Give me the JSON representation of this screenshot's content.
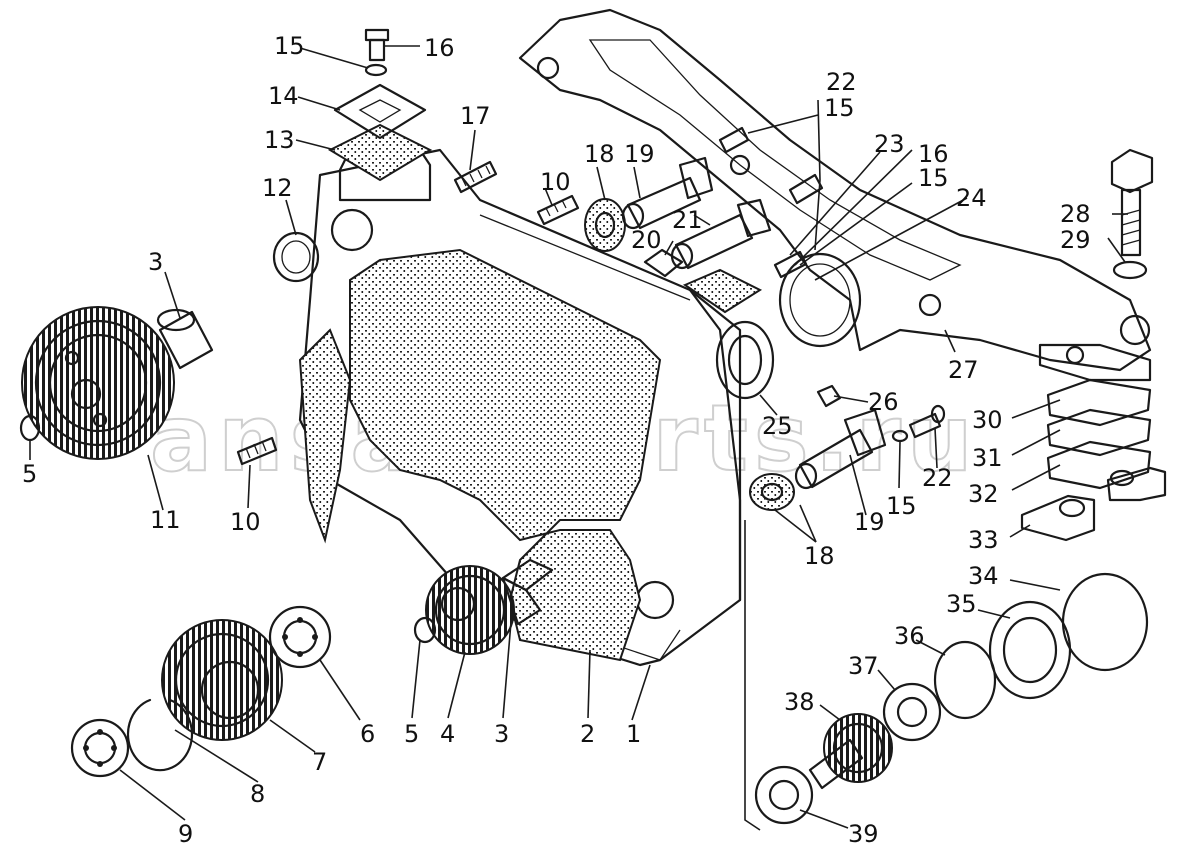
{
  "watermark": "ansat-parts.ru",
  "callouts": [
    {
      "id": "c15a",
      "text": "15"
    },
    {
      "id": "c16a",
      "text": "16"
    },
    {
      "id": "c14",
      "text": "14"
    },
    {
      "id": "c13",
      "text": "13"
    },
    {
      "id": "c12",
      "text": "12"
    },
    {
      "id": "c17",
      "text": "17"
    },
    {
      "id": "c18a",
      "text": "18"
    },
    {
      "id": "c19a",
      "text": "19"
    },
    {
      "id": "c10a",
      "text": "10"
    },
    {
      "id": "c21",
      "text": "21"
    },
    {
      "id": "c20",
      "text": "20"
    },
    {
      "id": "c22a",
      "text": "22"
    },
    {
      "id": "c15b",
      "text": "15"
    },
    {
      "id": "c23",
      "text": "23"
    },
    {
      "id": "c16b",
      "text": "16"
    },
    {
      "id": "c15c",
      "text": "15"
    },
    {
      "id": "c24",
      "text": "24"
    },
    {
      "id": "c28",
      "text": "28"
    },
    {
      "id": "c29",
      "text": "29"
    },
    {
      "id": "c3a",
      "text": "3"
    },
    {
      "id": "c5a",
      "text": "5"
    },
    {
      "id": "c11",
      "text": "11"
    },
    {
      "id": "c10b",
      "text": "10"
    },
    {
      "id": "c27",
      "text": "27"
    },
    {
      "id": "c26",
      "text": "26"
    },
    {
      "id": "c25",
      "text": "25"
    },
    {
      "id": "c30",
      "text": "30"
    },
    {
      "id": "c31",
      "text": "31"
    },
    {
      "id": "c32",
      "text": "32"
    },
    {
      "id": "c22b",
      "text": "22"
    },
    {
      "id": "c15d",
      "text": "15"
    },
    {
      "id": "c19b",
      "text": "19"
    },
    {
      "id": "c18b",
      "text": "18"
    },
    {
      "id": "c33",
      "text": "33"
    },
    {
      "id": "c34",
      "text": "34"
    },
    {
      "id": "c35",
      "text": "35"
    },
    {
      "id": "c36",
      "text": "36"
    },
    {
      "id": "c37",
      "text": "37"
    },
    {
      "id": "c38",
      "text": "38"
    },
    {
      "id": "c39",
      "text": "39"
    },
    {
      "id": "c6",
      "text": "6"
    },
    {
      "id": "c5b",
      "text": "5"
    },
    {
      "id": "c4",
      "text": "4"
    },
    {
      "id": "c3b",
      "text": "3"
    },
    {
      "id": "c2",
      "text": "2"
    },
    {
      "id": "c1",
      "text": "1"
    },
    {
      "id": "c7",
      "text": "7"
    },
    {
      "id": "c8",
      "text": "8"
    },
    {
      "id": "c9",
      "text": "9"
    }
  ]
}
